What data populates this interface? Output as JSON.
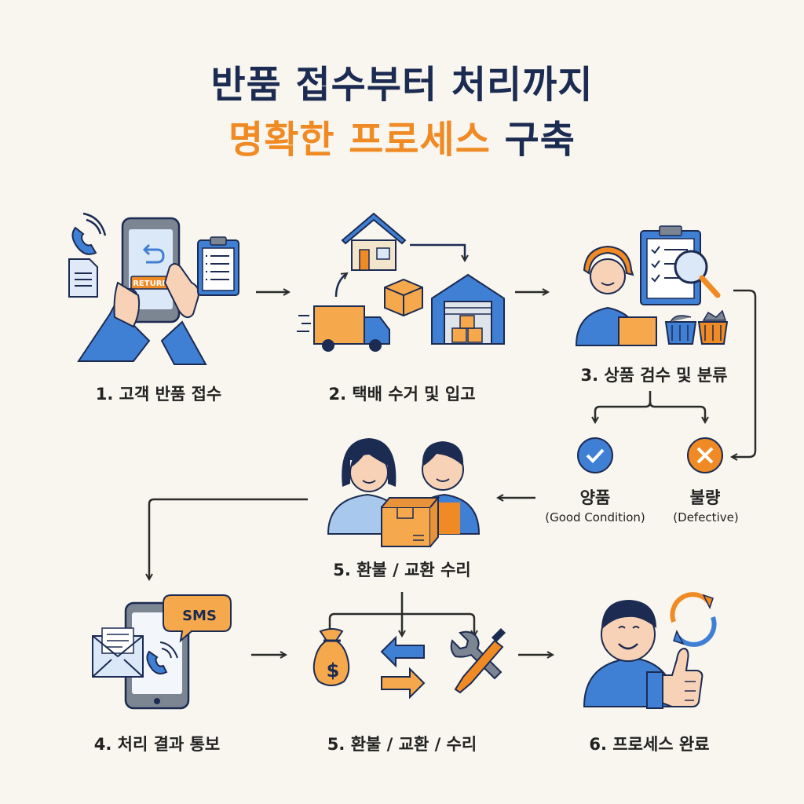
{
  "title": {
    "line1": "반품 접수부터 처리까지",
    "line2_highlight": "명확한 프로세스",
    "line2_rest": "구축"
  },
  "steps": {
    "s1": "1. 고객 반품 접수",
    "s2": "2. 택배 수거 및 입고",
    "s3": "3. 상품 검수 및 분류",
    "s4": "4. 처리 결과 통보",
    "s5a": "5. 환불 / 교환 수리",
    "s5b": "5. 환불 / 교환 / 수리",
    "s6": "6. 프로세스 완료"
  },
  "outcomes": {
    "good_label": "양품",
    "good_sub": "(Good Condition)",
    "bad_label": "불량",
    "bad_sub": "(Defective)"
  },
  "icon_text": {
    "return_button": "RETURN",
    "sms": "SMS",
    "money": "$"
  },
  "colors": {
    "navy": "#1c2b52",
    "orange": "#f08a24",
    "blue": "#3f7fd4",
    "background": "#f8f6ee"
  }
}
